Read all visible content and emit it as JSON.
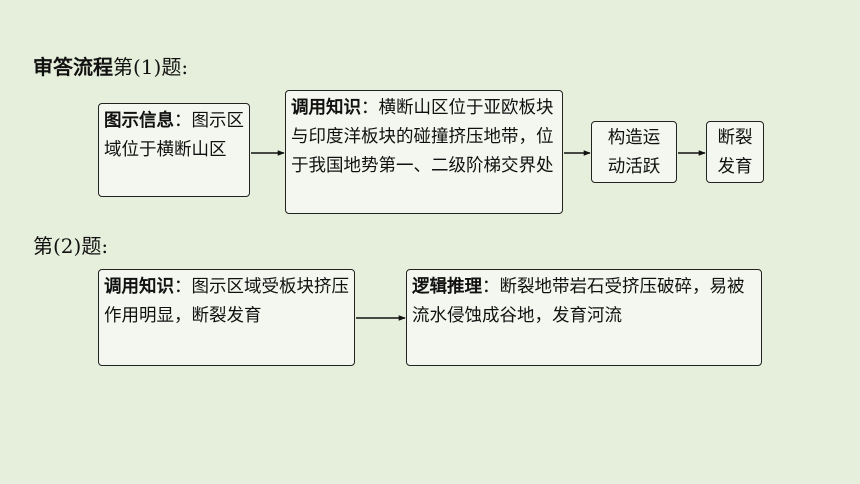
{
  "section1": {
    "heading_strong": "审答流程",
    "heading_rest": "第(1)题:"
  },
  "section2": {
    "heading": "第(2)题:"
  },
  "flow1": {
    "box1": {
      "keyword": "图示信息",
      "sep": "：",
      "text": "图示区域位于横断山区"
    },
    "box2": {
      "keyword": "调用知识",
      "sep": "：",
      "text": "横断山区位于亚欧板块与印度洋板块的碰撞挤压地带，位于我国地势第一、二级阶梯交界处"
    },
    "box3": {
      "line1": "构造运",
      "line2": "动活跃"
    },
    "box4": {
      "line1": "断裂",
      "line2": "发育"
    }
  },
  "flow2": {
    "box1": {
      "keyword": "调用知识",
      "sep": "：",
      "text": "图示区域受板块挤压作用明显，断裂发育"
    },
    "box2": {
      "keyword": "逻辑推理",
      "sep": "：",
      "text": "断裂地带岩石受挤压破碎，易被流水侵蚀成谷地，发育河流"
    }
  }
}
